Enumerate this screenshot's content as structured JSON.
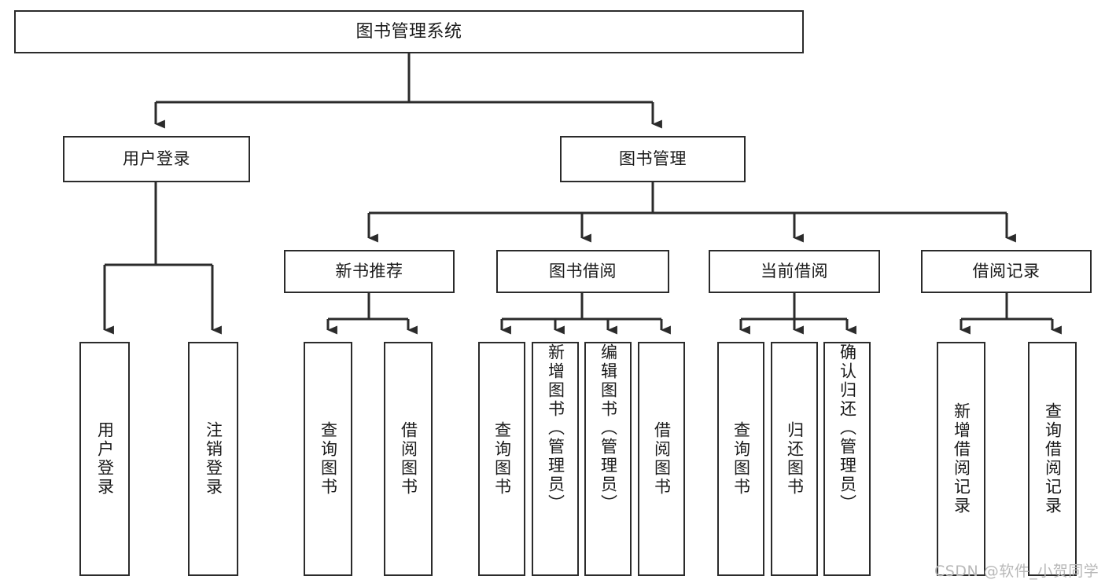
{
  "diagram": {
    "title": "图书管理系统",
    "type": "tree-hierarchy",
    "root": {
      "label": "图书管理系统"
    },
    "level2": [
      {
        "id": "user-login",
        "label": "用户登录"
      },
      {
        "id": "book-manage",
        "label": "图书管理"
      }
    ],
    "level3": [
      {
        "id": "new-book-rec",
        "label": "新书推荐",
        "parent": "book-manage"
      },
      {
        "id": "book-borrow",
        "label": "图书借阅",
        "parent": "book-manage"
      },
      {
        "id": "current-borrow",
        "label": "当前借阅",
        "parent": "book-manage"
      },
      {
        "id": "borrow-record",
        "label": "借阅记录",
        "parent": "book-manage"
      }
    ],
    "leaves": [
      {
        "id": "leaf-user-login",
        "label": "用户登录",
        "parent": "user-login"
      },
      {
        "id": "leaf-logout-login",
        "label": "注销登录",
        "parent": "user-login"
      },
      {
        "id": "leaf-query-book-1",
        "label": "查询图书",
        "parent": "new-book-rec"
      },
      {
        "id": "leaf-borrow-book-1",
        "label": "借阅图书",
        "parent": "new-book-rec"
      },
      {
        "id": "leaf-query-book-2",
        "label": "查询图书",
        "parent": "book-borrow"
      },
      {
        "id": "leaf-add-book",
        "label": "新增图书（管理员）",
        "parent": "book-borrow"
      },
      {
        "id": "leaf-edit-book",
        "label": "编辑图书（管理员）",
        "parent": "book-borrow"
      },
      {
        "id": "leaf-borrow-book-2",
        "label": "借阅图书",
        "parent": "book-borrow"
      },
      {
        "id": "leaf-query-book-3",
        "label": "查询图书",
        "parent": "current-borrow"
      },
      {
        "id": "leaf-return-book",
        "label": "归还图书",
        "parent": "current-borrow"
      },
      {
        "id": "leaf-confirm-return",
        "label": "确认归还（管理员）",
        "parent": "current-borrow"
      },
      {
        "id": "leaf-add-record",
        "label": "新增借阅记录",
        "parent": "borrow-record"
      },
      {
        "id": "leaf-query-record",
        "label": "查询借阅记录",
        "parent": "borrow-record"
      }
    ],
    "watermark": "CSDN @软件_小贺同学",
    "colors": {
      "stroke": "#2b2b2b",
      "fill": "#ffffff",
      "text": "#1a1a1a",
      "watermark": "#b8b8b8"
    }
  }
}
